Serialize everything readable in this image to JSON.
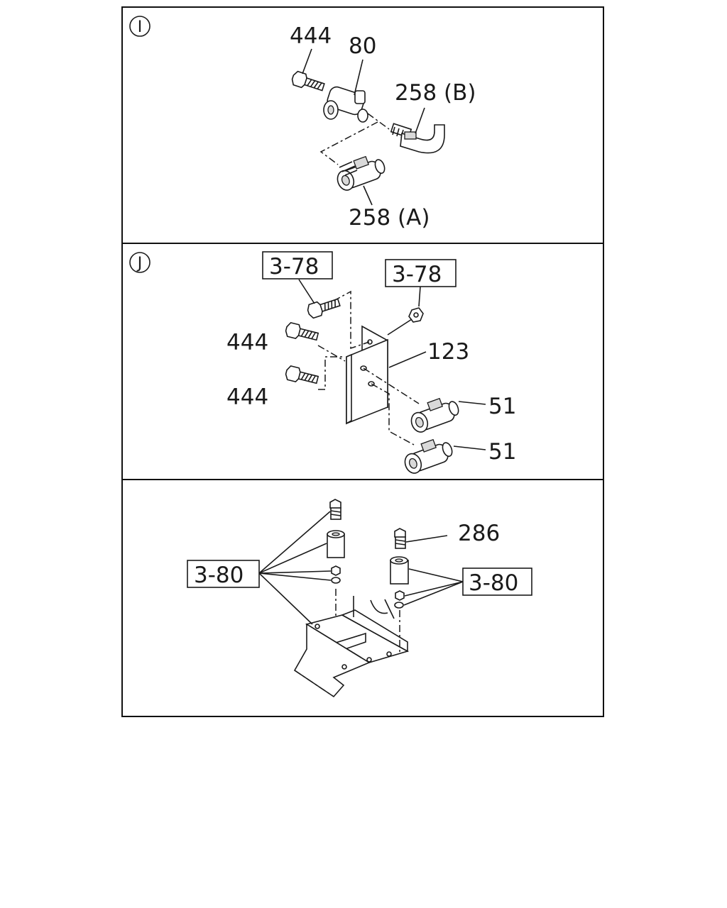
{
  "panels": [
    {
      "id": "I",
      "callouts": {
        "bolt": "444",
        "tee": "80",
        "elbow": "258 (B)",
        "connector": "258 (A)"
      }
    },
    {
      "id": "J",
      "callouts": {
        "ref_bolt": "3-78",
        "ref_nut": "3-78",
        "bolt_upper": "444",
        "bolt_lower": "444",
        "bracket": "123",
        "connector_upper": "51",
        "connector_lower": "51"
      }
    },
    {
      "id": "",
      "callouts": {
        "plug": "286",
        "ref_left": "3-80",
        "ref_right": "3-80"
      }
    }
  ],
  "colors": {
    "line": "#1a1a1a",
    "background": "#ffffff"
  }
}
